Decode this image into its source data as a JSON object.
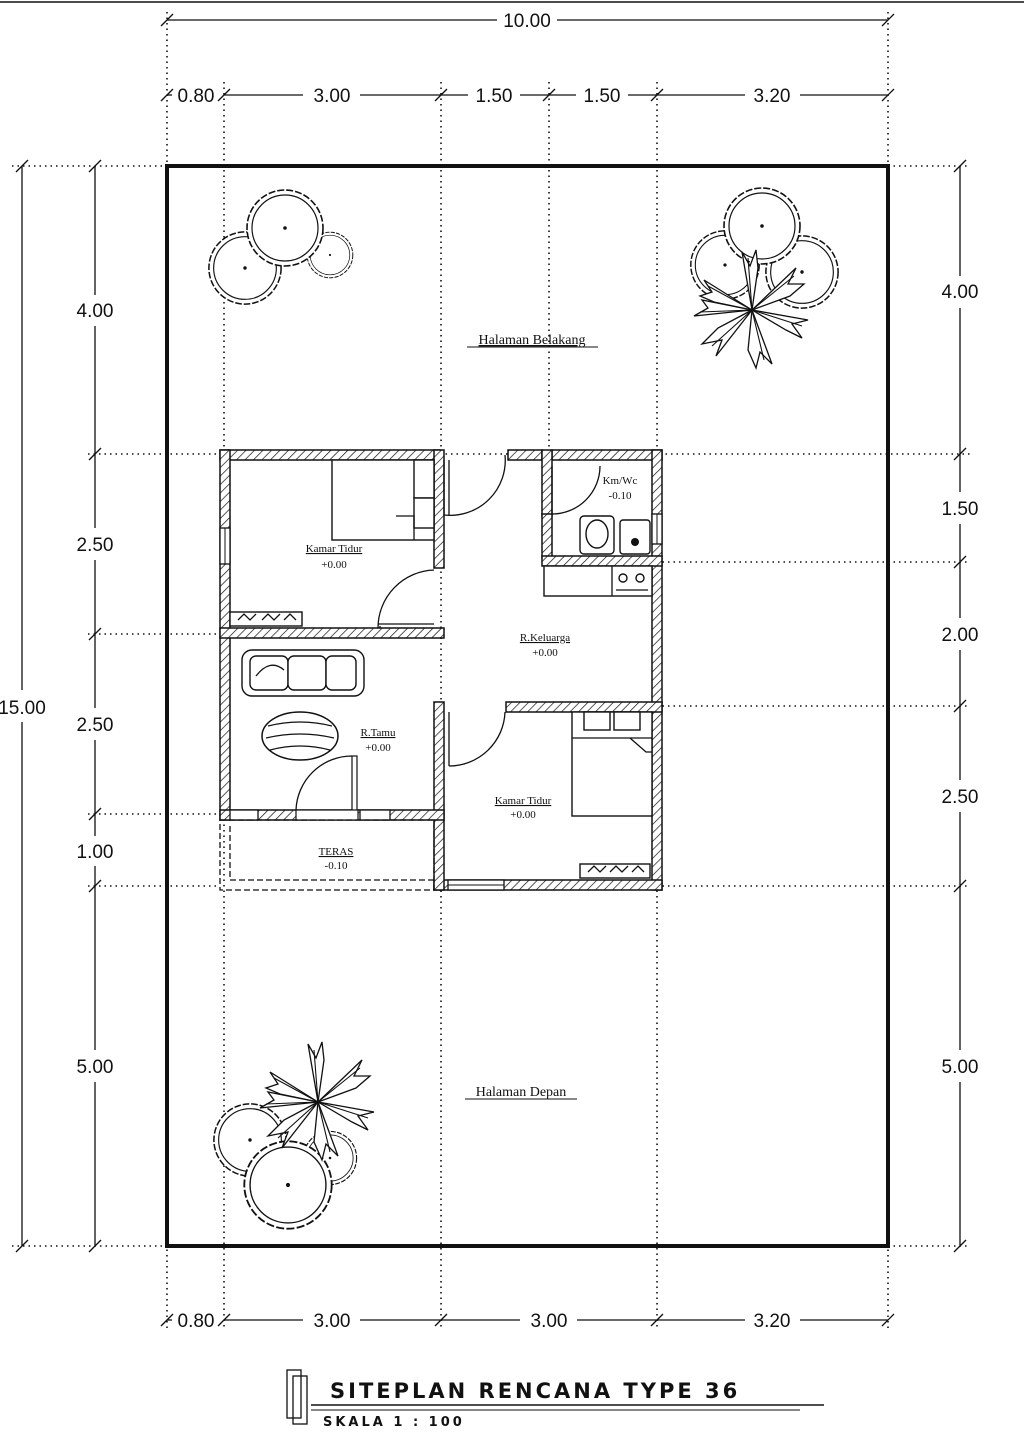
{
  "drawing": {
    "title": "SITEPLAN RENCANA TYPE 36",
    "scale": "SKALA 1 : 100"
  },
  "dimensions": {
    "top_total": "10.00",
    "top_segments": [
      "0.80",
      "3.00",
      "1.50",
      "1.50",
      "3.20"
    ],
    "bottom_segments": [
      "0.80",
      "3.00",
      "3.00",
      "3.20"
    ],
    "left_total": "15.00",
    "left_segments": [
      "4.00",
      "2.50",
      "2.50",
      "1.00",
      "5.00"
    ],
    "right_segments": [
      "4.00",
      "1.50",
      "2.00",
      "2.50",
      "5.00"
    ]
  },
  "areas": {
    "back_yard": "Halaman Belakang",
    "front_yard": "Halaman Depan"
  },
  "rooms": {
    "bedroom_1": {
      "name": "Kamar Tidur",
      "level": "+0.00"
    },
    "bathroom": {
      "name": "Km/Wc",
      "level": "-0.10"
    },
    "family_room": {
      "name": "R.Keluarga",
      "level": "+0.00"
    },
    "living_room": {
      "name": "R.Tamu",
      "level": "+0.00"
    },
    "bedroom_2": {
      "name": "Kamar Tidur",
      "level": "+0.00"
    },
    "terrace": {
      "name": "TERAS",
      "level": "-0.10"
    }
  },
  "icons": [
    "tree-icon",
    "palm-icon",
    "sofa-icon",
    "table-icon",
    "bed-icon",
    "toilet-icon",
    "sink-icon",
    "stove-icon",
    "door-swing-icon",
    "window-icon"
  ]
}
